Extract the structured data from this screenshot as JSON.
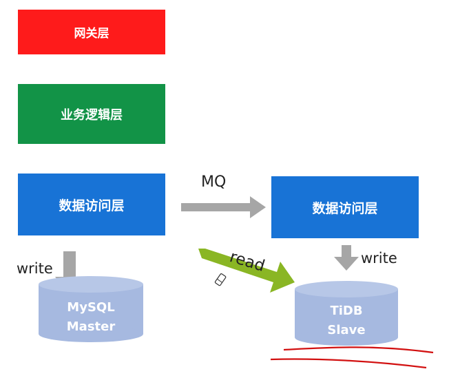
{
  "colors": {
    "gateway": "#fe1b1b",
    "business_logic": "#129347",
    "data_access": "#1873d6",
    "database": "#a6b9e0",
    "read_arrow": "#8ab624",
    "gray_arrow": "#a6a6a6",
    "annotation": "#d21010"
  },
  "layers": {
    "gateway": "网关层",
    "business_logic": "业务逻辑层",
    "data_access_left": "数据访问层",
    "data_access_right": "数据访问层"
  },
  "arrows": {
    "mq": "MQ",
    "write_left": "write",
    "write_right": "write",
    "read": "read"
  },
  "databases": {
    "mysql": {
      "line1": "MySQL",
      "line2": "Master"
    },
    "tidb": {
      "line1": "TiDB",
      "line2": "Slave"
    }
  },
  "icons": {
    "cursor": "eraser-cursor-icon"
  }
}
